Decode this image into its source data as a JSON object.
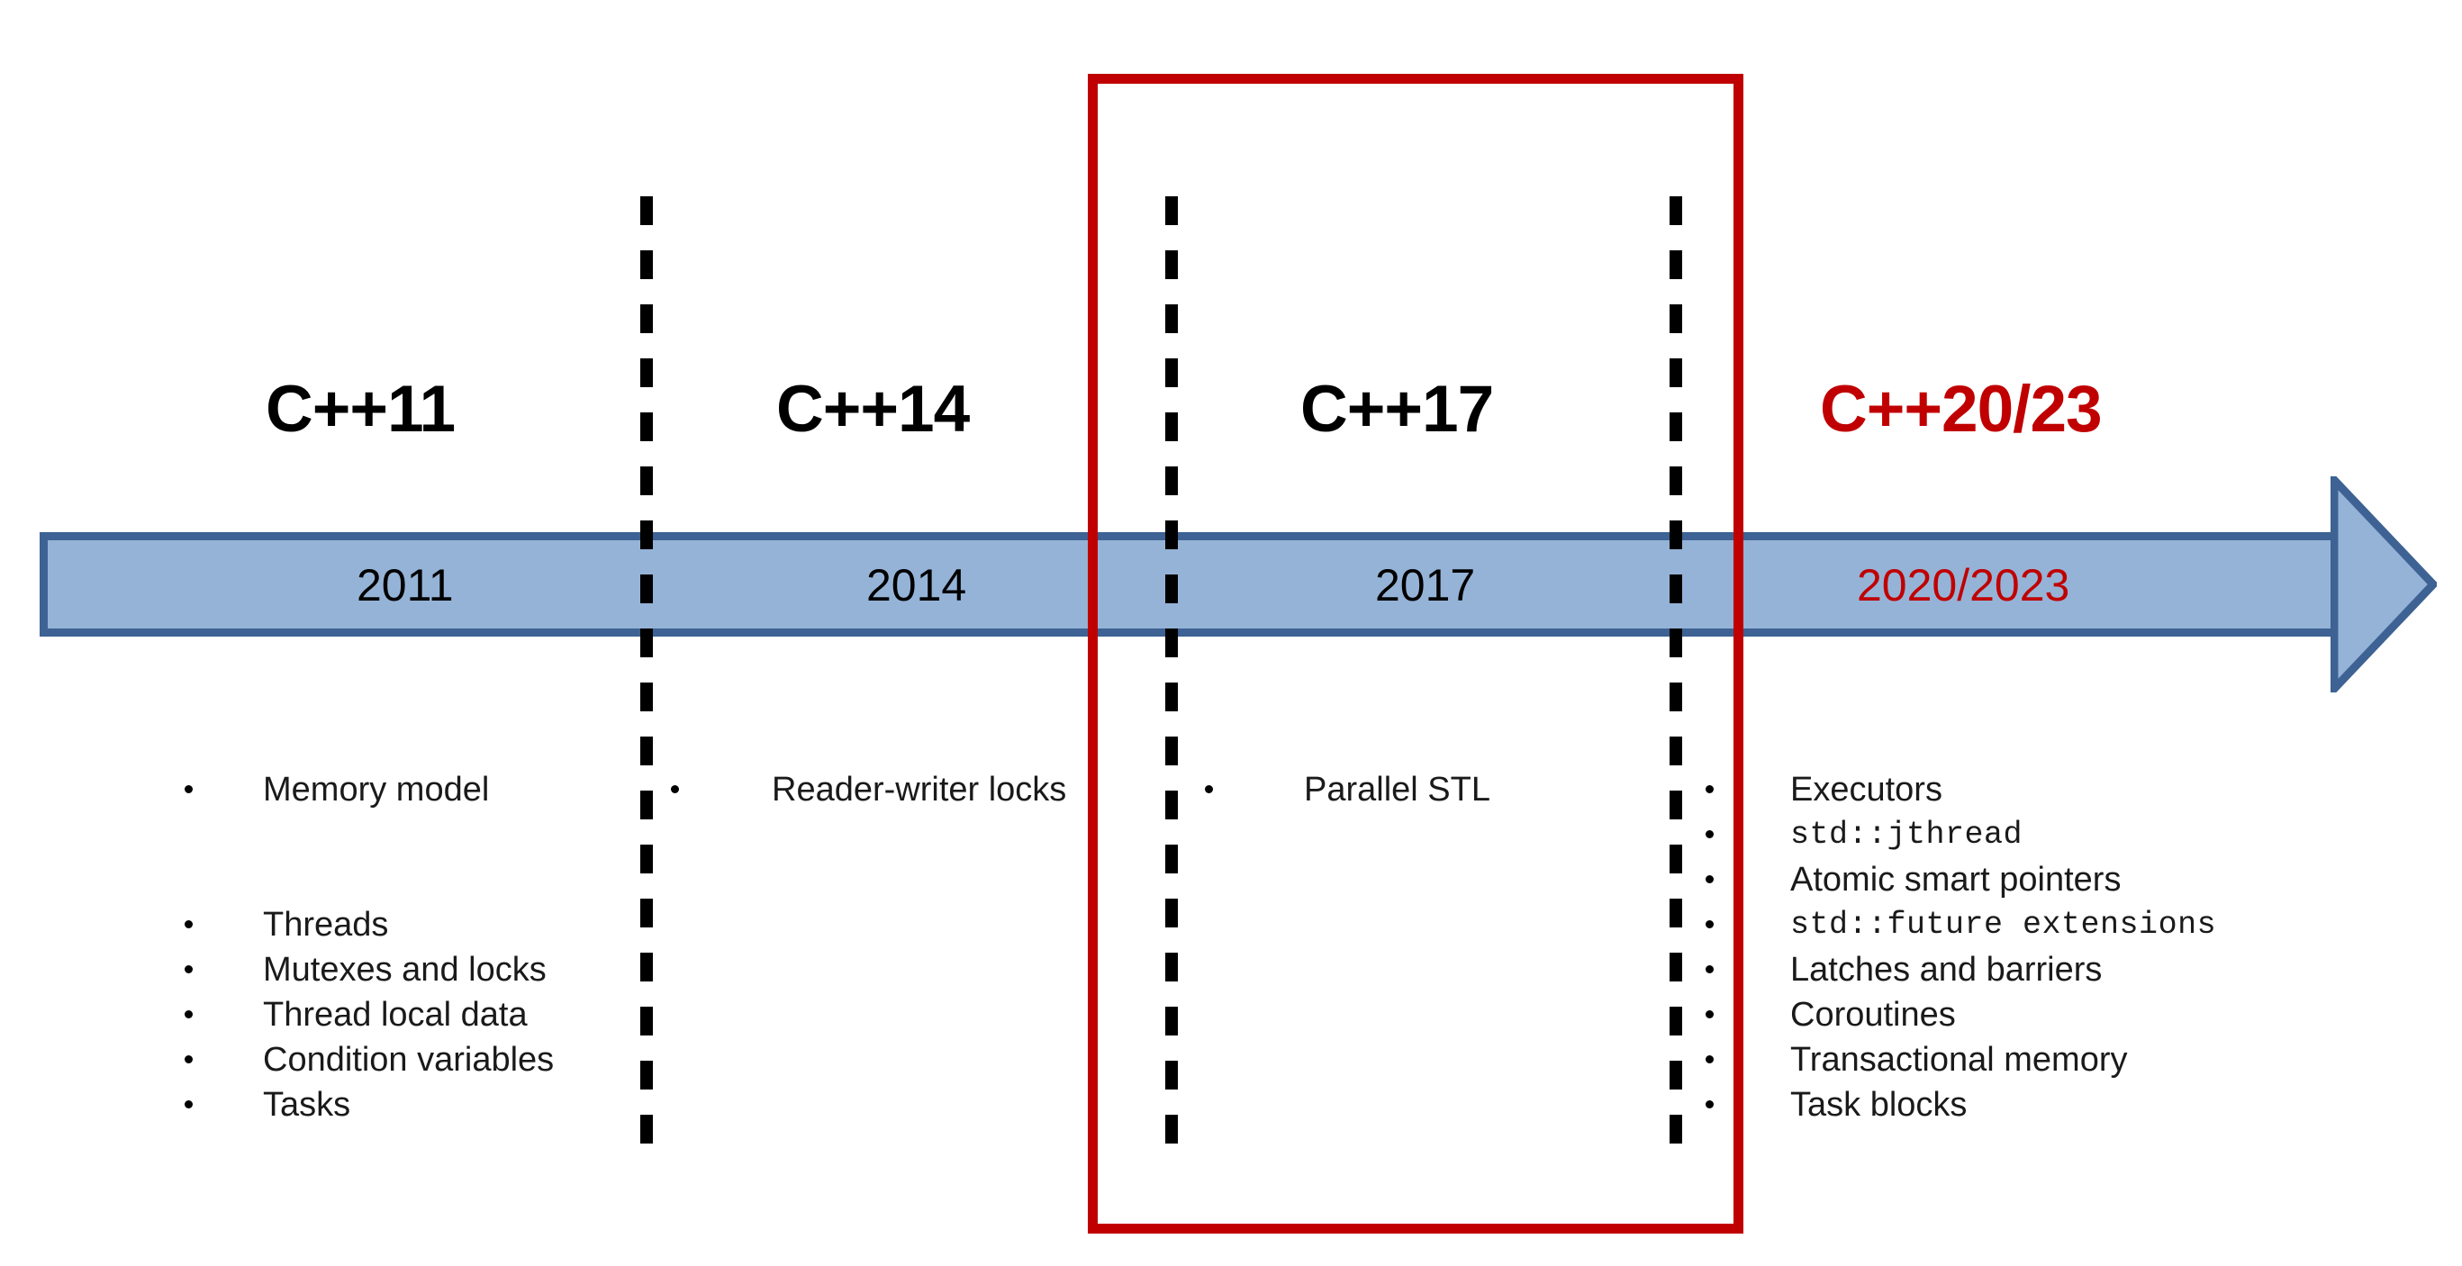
{
  "diagram": {
    "title": "C++ concurrency standards timeline",
    "colors": {
      "bar_fill": "#95B3D7",
      "bar_border": "#3D6293",
      "accent_red": "#C00000",
      "text": "#000000",
      "background": "#FFFFFF"
    }
  },
  "timeline": {
    "arrow_name": "right-pointing timeline arrow",
    "eras": [
      {
        "heading": "C++11",
        "year": "2011",
        "highlighted": false,
        "features": [
          "Memory model",
          "Threads",
          "Mutexes and locks",
          "Thread local data",
          "Condition variables",
          "Tasks"
        ]
      },
      {
        "heading": "C++14",
        "year": "2014",
        "highlighted": false,
        "features": [
          "Reader-writer locks"
        ]
      },
      {
        "heading": "C++17",
        "year": "2017",
        "highlighted": true,
        "features": [
          "Parallel STL"
        ]
      },
      {
        "heading": "C++20/23",
        "year": "2020/2023",
        "highlighted": false,
        "features": [
          "Executors",
          "std::jthread",
          "Atomic smart pointers",
          "std::future extensions",
          "Latches and barriers",
          "Coroutines",
          "Transactional memory",
          "Task blocks"
        ]
      }
    ]
  }
}
